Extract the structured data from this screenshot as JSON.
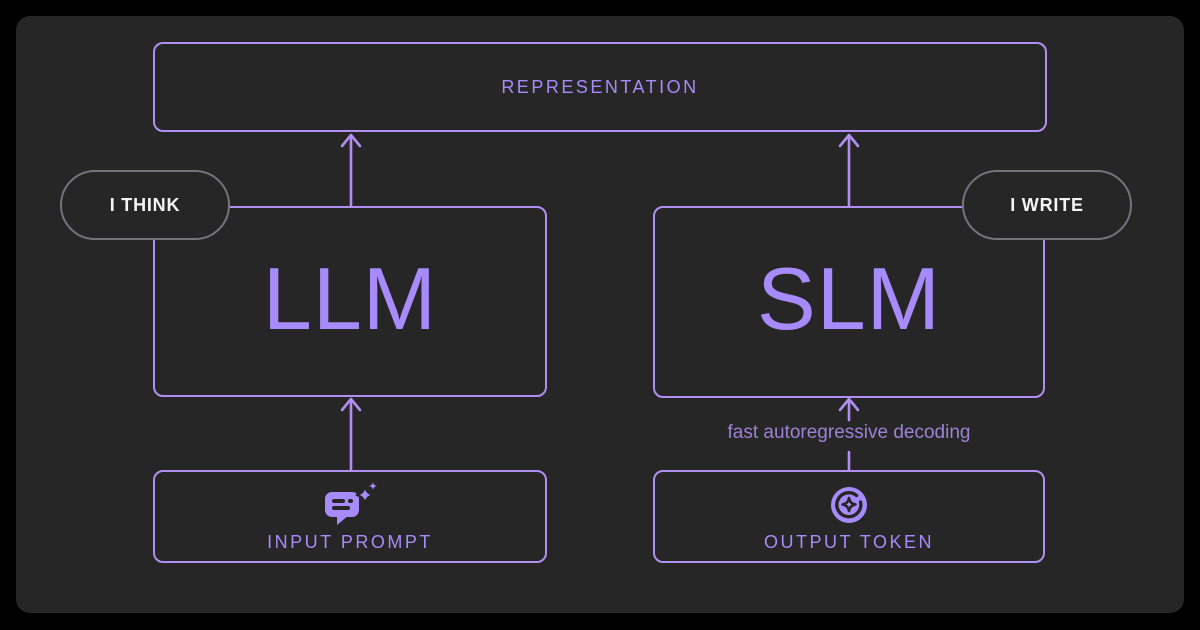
{
  "colors": {
    "outer-bg": "#000000",
    "panel-bg": "#262626",
    "accent": "#b18ff0",
    "accent-text": "#a78bfa",
    "muted-purple": "#9c82d6",
    "pill-border": "#74747a",
    "pill-text": "#f4f4f5"
  },
  "diagram": {
    "representation": {
      "label": "REPRESENTATION"
    },
    "llm": {
      "label": "LLM",
      "tag": "I THINK"
    },
    "slm": {
      "label": "SLM",
      "tag": "I WRITE"
    },
    "input_prompt": {
      "label": "INPUT PROMPT",
      "icon": "chat-prompt-sparkle-icon"
    },
    "output_token": {
      "label": "OUTPUT TOKEN",
      "icon": "token-coin-icon"
    },
    "annotation": "fast autoregressive decoding"
  }
}
